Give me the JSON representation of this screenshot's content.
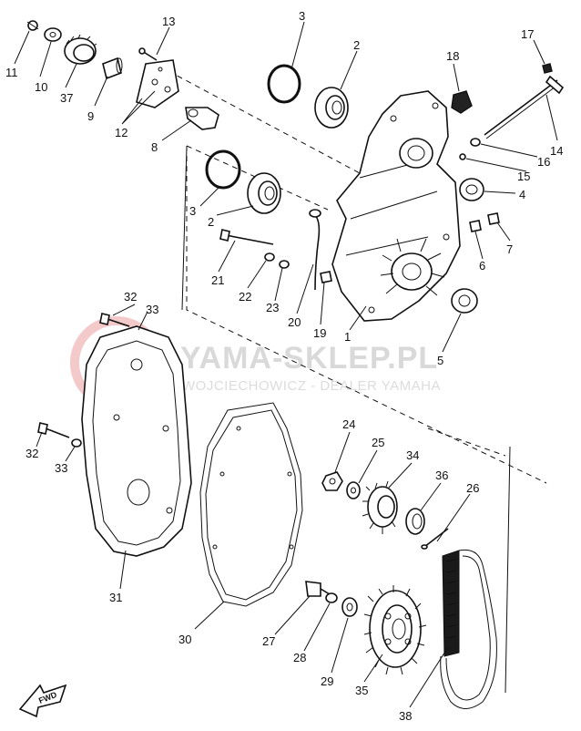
{
  "watermark": {
    "main": "YAMA-SKLEP.PL",
    "sub": "WOJCIECHOWICZ - DEALER YAMAHA"
  },
  "direction_marker": "FWD",
  "callouts": [
    "1",
    "2",
    "3",
    "4",
    "5",
    "6",
    "7",
    "8",
    "9",
    "10",
    "11",
    "12",
    "13",
    "14",
    "15",
    "16",
    "17",
    "18",
    "19",
    "20",
    "21",
    "22",
    "23",
    "24",
    "25",
    "26",
    "27",
    "28",
    "29",
    "30",
    "31",
    "32",
    "33",
    "34",
    "35",
    "36",
    "37",
    "38"
  ],
  "labels": {
    "n1": "1",
    "n2a": "2",
    "n2b": "2",
    "n3a": "3",
    "n3b": "3",
    "n4": "4",
    "n5": "5",
    "n6": "6",
    "n7": "7",
    "n8": "8",
    "n9": "9",
    "n10": "10",
    "n11": "11",
    "n12": "12",
    "n13": "13",
    "n14": "14",
    "n15": "15",
    "n16": "16",
    "n17": "17",
    "n18": "18",
    "n19": "19",
    "n20": "20",
    "n21": "21",
    "n22": "22",
    "n23": "23",
    "n24": "24",
    "n25": "25",
    "n26": "26",
    "n27": "27",
    "n28": "28",
    "n29": "29",
    "n30": "30",
    "n31": "31",
    "n32a": "32",
    "n32b": "32",
    "n33a": "33",
    "n33b": "33",
    "n34": "34",
    "n35": "35",
    "n36": "36",
    "n37": "37",
    "n38": "38"
  }
}
